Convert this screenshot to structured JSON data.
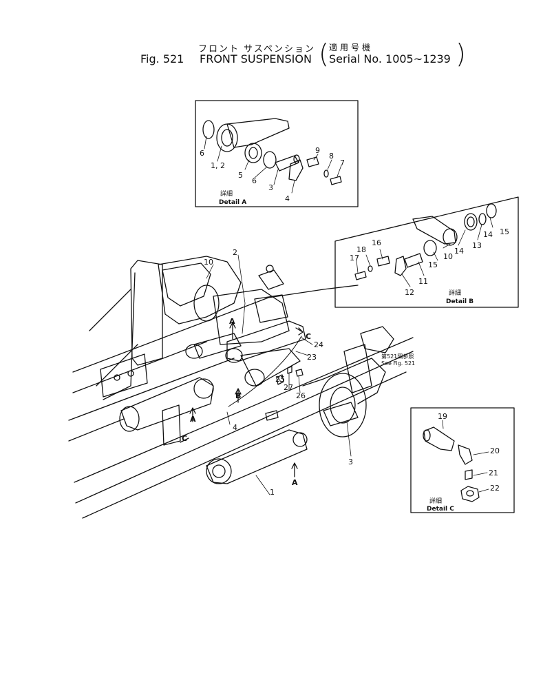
{
  "header": {
    "jp_title": "フロント サスペンション",
    "jp_applicable": "適用号機",
    "fig_label": "Fig. 521",
    "title": "FRONT SUSPENSION",
    "serial": "Serial No. 1005~1239"
  },
  "details": {
    "a": {
      "jp": "詳細",
      "label": "Detail A"
    },
    "b": {
      "jp": "詳細",
      "label": "Detail B"
    },
    "c": {
      "jp": "詳細",
      "label": "Detail C"
    }
  },
  "see_fig": {
    "jp": "第521図参照",
    "label": "See Fig. 521"
  },
  "view_markers": {
    "a": "A",
    "b": "B",
    "c": "C"
  },
  "callouts": {
    "detail_a": [
      "6",
      "1, 2",
      "5",
      "6",
      "3",
      "9",
      "8",
      "7",
      "4"
    ],
    "detail_b": [
      "17",
      "18",
      "16",
      "11",
      "12",
      "15",
      "10",
      "14",
      "13",
      "14",
      "15"
    ],
    "detail_c": [
      "19",
      "20",
      "21",
      "22"
    ],
    "main": [
      "10",
      "2",
      "24",
      "23",
      "25",
      "27",
      "26",
      "4",
      "3",
      "1"
    ]
  }
}
